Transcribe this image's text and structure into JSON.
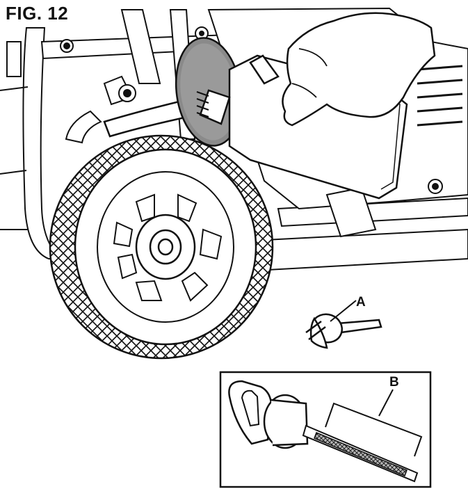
{
  "figure": {
    "title": "FIG. 12"
  },
  "callouts": {
    "a": "A",
    "b": "B"
  }
}
